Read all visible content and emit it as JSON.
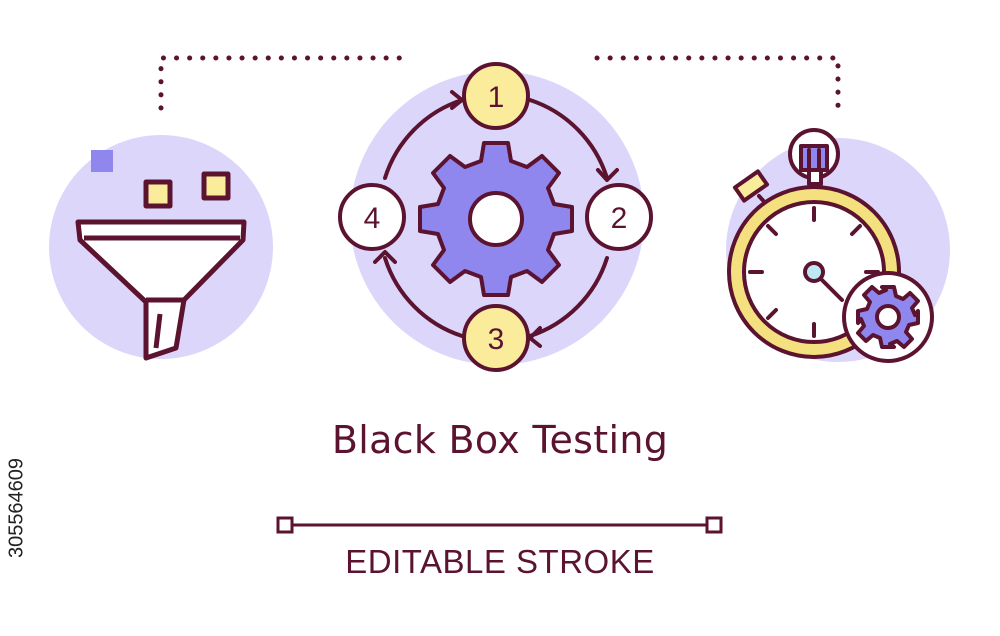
{
  "title": "Black Box Testing",
  "subtitle": "EDITABLE STROKE",
  "side_id": "305564609",
  "cycle_steps": [
    "1",
    "2",
    "3",
    "4"
  ],
  "colors": {
    "stroke": "#5b1330",
    "lavender": "#ddd6fb",
    "gear": "#8f86ee",
    "yellow": "#fbec9b",
    "orange_fill": "#f5e07f"
  },
  "icons": [
    "funnel-icon",
    "gear-icon",
    "stopwatch-icon"
  ]
}
